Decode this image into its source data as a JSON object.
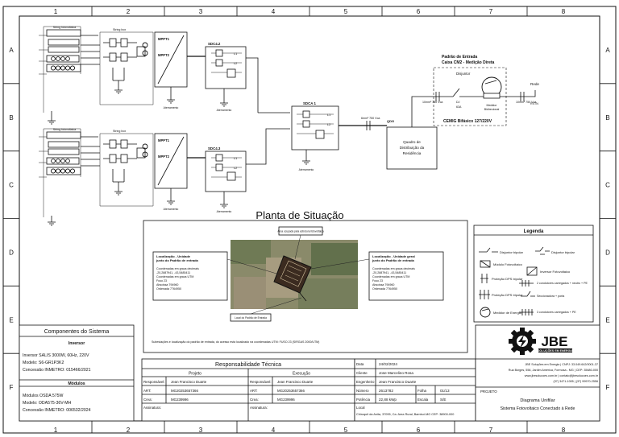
{
  "frame": {
    "columns": [
      "1",
      "2",
      "3",
      "4",
      "5",
      "6",
      "7",
      "8"
    ],
    "rows": [
      "A",
      "B",
      "C",
      "D",
      "E",
      "F"
    ]
  },
  "diagram": {
    "inverter1": {
      "label": "SDC4.2",
      "mppt1": "MPPT1",
      "mppt2": "MPPT2",
      "sub": "Inversor"
    },
    "inverter2": {
      "label": "SDC4.3",
      "mppt1": "MPPT1",
      "mppt2": "MPPT2",
      "sub": "Inversor"
    },
    "string_label": "String fotovoltaica",
    "sdca": "SDCA 1",
    "cable1": "6mm² 750 Vca",
    "cable2": "10mm² 750 Vca",
    "cable3": "10mm² 750 Vca",
    "qdg": "QDG",
    "distribution_box": [
      "Quadro de",
      "Distribuição da",
      "Residência"
    ],
    "entry_title": [
      "Padrão de Entrada",
      "Caixa CM2 - Medição Direta"
    ],
    "breaker_label": "Disjuntor",
    "breaker_value": [
      "DJ",
      "63A"
    ],
    "meter_label": [
      "Medidor",
      "Bidirecional"
    ],
    "network": "Rede",
    "network_phase": "RSTN",
    "cemig": "CEMIG Bifásico 127/220V",
    "ground": "Aterramento"
  },
  "site_plan": {
    "title": "Planta de Situação",
    "callout_left": {
      "title": [
        "Localização - Unidade",
        "junto do Padrão de entrada"
      ],
      "lines": [
        "Coordenadas em graus decimais",
        "-20,2887941, -43,5485411",
        "Coordenadas em graus UTM",
        "Fuso 23",
        "Abscissa 794960",
        "Ordenada 7764950"
      ]
    },
    "callout_right": {
      "title": [
        "Localização - Unidade geral",
        "junto do Padrão de entrada"
      ],
      "lines": [
        "Coordenadas em graus decimais",
        "-20,2887941, -43,5485411",
        "Coordenadas em graus UTM",
        "Fuso 23",
        "Abscissa 794960",
        "Ordenada 7764950"
      ]
    },
    "top_note": "Área ocupada pela estrutura fotovoltaica",
    "bottom_note": "Local do Padrão de Entrada",
    "footer_note": "Subestações e localização do padrão de entrada, do acesso está localizado na coordenadas UTM: FUSO 23 (SIRGAS 2000/UTM)"
  },
  "legend": {
    "title": "Legenda",
    "items": [
      {
        "label": "Disjuntor bipolar"
      },
      {
        "label": "Módulo Fotovoltaico"
      },
      {
        "label": "Proteção DPS bipolar"
      },
      {
        "label": "Proteção DPS tripolar"
      },
      {
        "label": "Medidor de Energia"
      },
      {
        "label": "Disjuntor bipolar"
      },
      {
        "label": "Inversor Fotovoltaico"
      },
      {
        "label": "2 condutores carregados + neutro + PE"
      },
      {
        "label": "Seccionadora + porta"
      },
      {
        "label": "3 condutores carregados + PE"
      }
    ]
  },
  "components": {
    "title": "Componentes do Sistema",
    "inverter_title": "Inversor",
    "inverter_lines": [
      "Inversor SALIS 3000W, 60Hz, 220V",
      "Modelo: S6-GR1P3K2",
      "Concessão INMETRO: 015466/2021"
    ],
    "modules_title": "Módulos",
    "modules_lines": [
      "Módulos OSDA 575W",
      "Modelo: ODA575-36V-MH",
      "Concessão INMETRO: 006532/2024"
    ]
  },
  "technical": {
    "title": "Responsabilidade Técnica",
    "project_header": "Projeto",
    "execution_header": "Execução",
    "proj_resp_label": "Responsável:",
    "proj_resp_value": "Jean Francisco Duarte",
    "exec_resp_label": "Responsável:",
    "exec_resp_value": "Jean Francisco Duarte",
    "proj_art_label": "ART:",
    "proj_art_value": "MG20253657366",
    "exec_art_label": "ART:",
    "exec_art_value": "MG20253657366",
    "proj_crea_label": "Crea:",
    "proj_crea_value": "MG239996",
    "exec_crea_label": "Crea:",
    "exec_crea_value": "MG239996",
    "proj_sig_label": "Assinatura:",
    "exec_sig_label": "Assinatura:"
  },
  "project_info": {
    "date_label": "Data",
    "date_value": "24/02/2024",
    "client_label": "Cliente",
    "client_value": "Jose Marcelino Rosa",
    "engineer_label": "Engenheiro",
    "engineer_value": "Jean Francisco Duarte",
    "number_label": "Número",
    "number_value": "2613782",
    "page_label": "Folha",
    "page_value": "01/13",
    "power_label": "Potência",
    "power_value": "22,88 kWp",
    "scale_label": "Escala",
    "scale_value": "S/E",
    "location_label": "Local",
    "location_value": "Chiroquit da Anita, 37095, Ca. Area Rural, Bambuí-MG CEP: 38900-000"
  },
  "company": {
    "name": "JBE",
    "subtitle": "SOLUÇÕES EM ENERGIA",
    "lines": [
      "JBE Soluções em Energia | CNPJ: 33.049.642/0001-37",
      "Rua Borges, 556, Jardim América, Formosa - MG | CEP: 35680-000",
      "www.jbesolucoes.com.br | contato@jbesolucoes.com.br",
      "(37) 3471-1005 | (37) 99970-2556"
    ],
    "project_label": "PROJETO",
    "project_title": "Diagrama Unifilar",
    "project_subtitle": "Sistema Fotovoltaico Conectado à Rede"
  }
}
